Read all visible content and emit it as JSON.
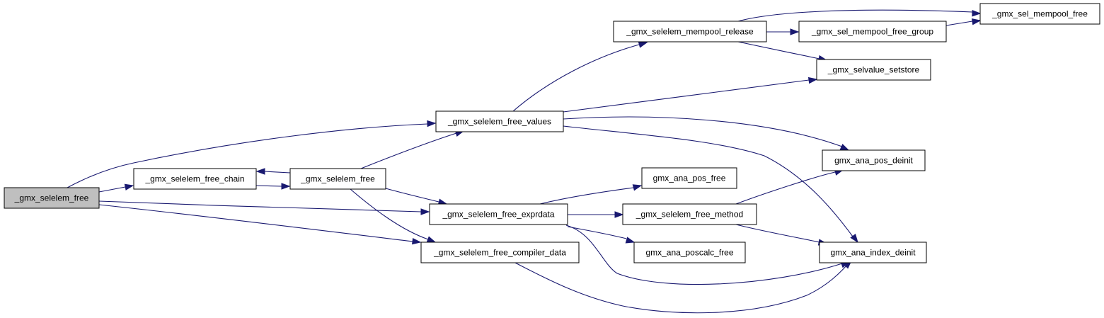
{
  "graph": {
    "colors": {
      "edge": "#191970",
      "root_fill": "#bfbfbf",
      "node_fill": "#ffffff",
      "border": "#000000"
    },
    "nodes": [
      {
        "id": "root",
        "label": "_gmx_selelem_free",
        "root": true
      },
      {
        "id": "chain",
        "label": "_gmx_selelem_free_chain"
      },
      {
        "id": "selfree",
        "label": "_gmx_selelem_free"
      },
      {
        "id": "values",
        "label": "_gmx_selelem_free_values"
      },
      {
        "id": "exprdata",
        "label": "_gmx_selelem_free_exprdata"
      },
      {
        "id": "compiler",
        "label": "_gmx_selelem_free_compiler_data"
      },
      {
        "id": "mempool_release",
        "label": "_gmx_selelem_mempool_release"
      },
      {
        "id": "free_group",
        "label": "_gmx_sel_mempool_free_group"
      },
      {
        "id": "mempool_free",
        "label": "_gmx_sel_mempool_free"
      },
      {
        "id": "setstore",
        "label": "_gmx_selvalue_setstore"
      },
      {
        "id": "pos_deinit",
        "label": "gmx_ana_pos_deinit"
      },
      {
        "id": "pos_free",
        "label": "gmx_ana_pos_free"
      },
      {
        "id": "method",
        "label": "_gmx_selelem_free_method"
      },
      {
        "id": "poscalc_free",
        "label": "gmx_ana_poscalc_free"
      },
      {
        "id": "index_deinit",
        "label": "gmx_ana_index_deinit"
      }
    ],
    "edges": [
      {
        "from": "root",
        "to": "values"
      },
      {
        "from": "root",
        "to": "chain"
      },
      {
        "from": "root",
        "to": "exprdata"
      },
      {
        "from": "root",
        "to": "compiler"
      },
      {
        "from": "chain",
        "to": "selfree"
      },
      {
        "from": "selfree",
        "to": "chain"
      },
      {
        "from": "selfree",
        "to": "values"
      },
      {
        "from": "selfree",
        "to": "exprdata"
      },
      {
        "from": "selfree",
        "to": "compiler"
      },
      {
        "from": "values",
        "to": "mempool_release"
      },
      {
        "from": "values",
        "to": "setstore"
      },
      {
        "from": "values",
        "to": "pos_deinit"
      },
      {
        "from": "values",
        "to": "index_deinit"
      },
      {
        "from": "mempool_release",
        "to": "free_group"
      },
      {
        "from": "mempool_release",
        "to": "mempool_free"
      },
      {
        "from": "mempool_release",
        "to": "setstore"
      },
      {
        "from": "free_group",
        "to": "mempool_free"
      },
      {
        "from": "exprdata",
        "to": "pos_free"
      },
      {
        "from": "exprdata",
        "to": "method"
      },
      {
        "from": "exprdata",
        "to": "poscalc_free"
      },
      {
        "from": "exprdata",
        "to": "index_deinit"
      },
      {
        "from": "method",
        "to": "pos_deinit"
      },
      {
        "from": "method",
        "to": "index_deinit"
      },
      {
        "from": "compiler",
        "to": "index_deinit"
      }
    ]
  }
}
